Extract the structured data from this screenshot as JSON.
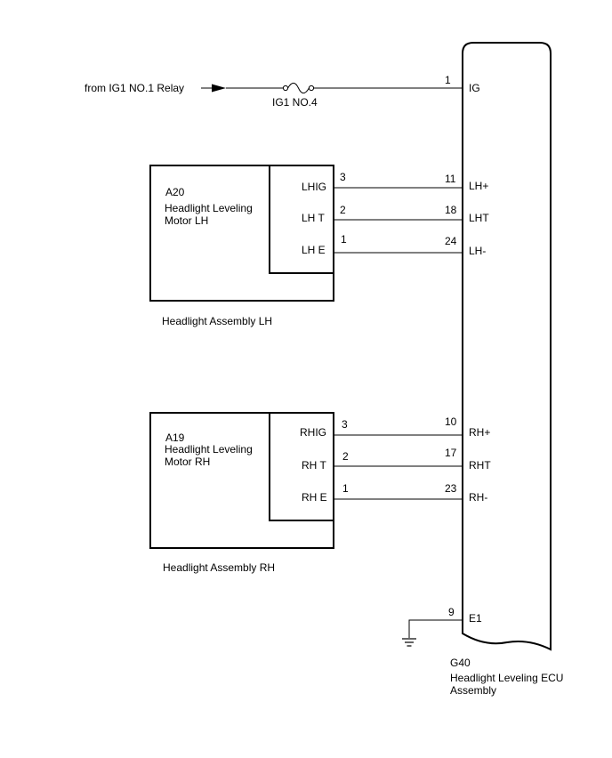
{
  "supply": {
    "source_label": "from IG1 NO.1 Relay",
    "fuse_label": "IG1 NO.4",
    "pin": "1",
    "terminal": "IG"
  },
  "lh": {
    "connector": "A20",
    "motor_line1": "Headlight Leveling",
    "motor_line2": "Motor LH",
    "assembly": "Headlight Assembly LH",
    "wires": [
      {
        "motor_terminal": "LHIG",
        "motor_pin": "3",
        "ecu_pin": "11",
        "ecu_terminal": "LH+"
      },
      {
        "motor_terminal": "LH T",
        "motor_pin": "2",
        "ecu_pin": "18",
        "ecu_terminal": "LHT"
      },
      {
        "motor_terminal": "LH E",
        "motor_pin": "1",
        "ecu_pin": "24",
        "ecu_terminal": "LH-"
      }
    ]
  },
  "rh": {
    "connector": "A19",
    "motor_line1": "Headlight Leveling",
    "motor_line2": "Motor RH",
    "assembly": "Headlight Assembly RH",
    "wires": [
      {
        "motor_terminal": "RHIG",
        "motor_pin": "3",
        "ecu_pin": "10",
        "ecu_terminal": "RH+"
      },
      {
        "motor_terminal": "RH T",
        "motor_pin": "2",
        "ecu_pin": "17",
        "ecu_terminal": "RHT"
      },
      {
        "motor_terminal": "RH E",
        "motor_pin": "1",
        "ecu_pin": "23",
        "ecu_terminal": "RH-"
      }
    ]
  },
  "ground": {
    "pin": "9",
    "terminal": "E1"
  },
  "ecu": {
    "connector": "G40",
    "name_line1": "Headlight Leveling ECU",
    "name_line2": "Assembly"
  }
}
